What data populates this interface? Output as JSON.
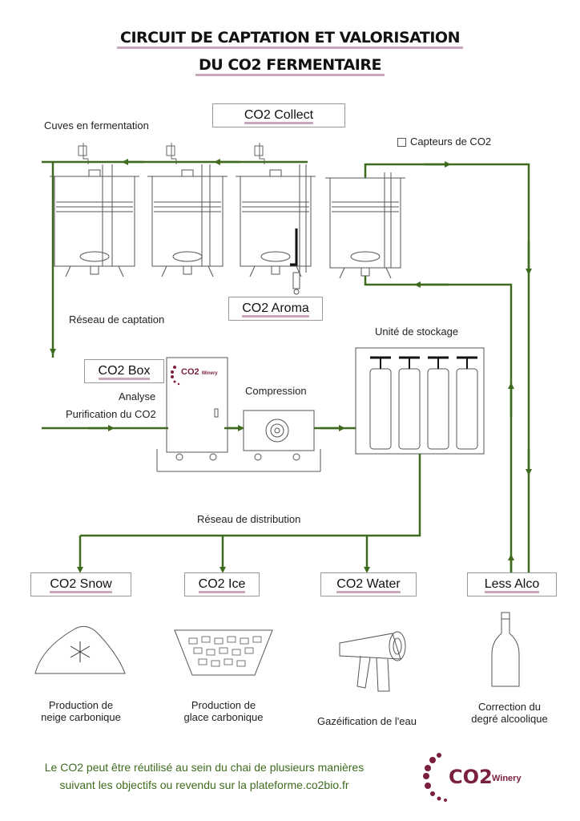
{
  "title": {
    "line1": "CIRCUIT DE CAPTATION ET VALORISATION",
    "line2": "DU CO2 FERMENTAIRE"
  },
  "labels": {
    "collect": "CO2 Collect",
    "cuves": "Cuves en fermentation",
    "capteurs": "Capteurs de CO2",
    "aroma": "CO2 Aroma",
    "reseau_captation": "Réseau de captation",
    "stockage": "Unité de stockage",
    "box": "CO2 Box",
    "analyse": "Analyse",
    "purification": "Purification du CO2",
    "compression": "Compression",
    "reseau_distribution": "Réseau de distribution",
    "box_logo_co2": "CO2",
    "box_logo_winery": "Winery"
  },
  "outputs": [
    {
      "name": "CO2 Snow",
      "caption_1": "Production de",
      "caption_2": "neige carbonique",
      "icon": "snow-pile-icon"
    },
    {
      "name": "CO2 Ice",
      "caption_1": "Production de",
      "caption_2": "glace carbonique",
      "icon": "ice-bin-icon"
    },
    {
      "name": "CO2 Water",
      "caption_1": "Gazéification de l'eau",
      "caption_2": "",
      "icon": "gas-gun-icon"
    },
    {
      "name": "Less Alco",
      "caption_1": "Correction du",
      "caption_2": "degré alcoolique",
      "icon": "wine-bottle-icon"
    }
  ],
  "footer": {
    "line1": "Le CO2 peut être réutilisé au sein du chai de plusieurs manières",
    "line2": "suivant les objectifs ou revendu sur la plateforme.co2bio.fr"
  },
  "logo": {
    "co2": "CO2",
    "winery": "Winery"
  },
  "colors": {
    "pipe": "#3e6b1f",
    "accent": "#c8a7bd",
    "logo": "#7a1f3d"
  }
}
